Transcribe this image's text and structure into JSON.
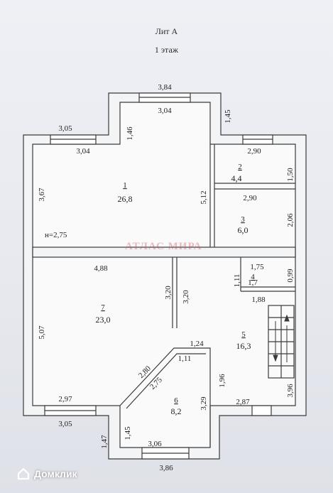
{
  "header": {
    "lit": "Лит А",
    "floor": "1 этаж"
  },
  "watermark": "АТЛАС МИРА",
  "brand": {
    "name": "Домклик",
    "icon": "house-logo-icon"
  },
  "plan": {
    "height_note": "н=2,75",
    "rooms": [
      {
        "no": "1",
        "area": "26,8"
      },
      {
        "no": "2",
        "area": "4,4"
      },
      {
        "no": "3",
        "area": "6,0"
      },
      {
        "no": "4",
        "area": "1,7"
      },
      {
        "no": "5",
        "area": "16,3"
      },
      {
        "no": "6",
        "area": "8,2"
      },
      {
        "no": "7",
        "area": "23,0"
      }
    ],
    "dimensions": {
      "top_outer": "3,84",
      "top_inner": "3,04",
      "left_win_outer": "3,05",
      "left_win_inner": "3,04",
      "step_1_46": "1,46",
      "step_1_45_top": "1,45",
      "room2_w": "2,90",
      "room2_h": "1,50",
      "room1_h": "3,67",
      "partition_5_12": "5,12",
      "room3_w": "2,90",
      "room3_h": "2,06",
      "room7_w": "4,88",
      "room4_w": "1,75",
      "room4_h1": "1,11",
      "room4_h2": "0,99",
      "hall_w": "1,88",
      "room7_inner_a": "3,20",
      "room7_inner_b": "3,20",
      "room7_h": "5,07",
      "door_1_24": "1,24",
      "door_1_11": "1,11",
      "diag_outer": "2,80",
      "diag_inner": "2,75",
      "room5_wall": "1,96",
      "room6_h": "3,29",
      "room5_h": "3,96",
      "room5_bottom": "2,87",
      "room7_bottom_inner": "2,97",
      "room7_bottom_outer": "3,05",
      "step_1_47": "1,47",
      "room6_left": "1,45",
      "room6_w_inner": "3,06",
      "room6_w_outer": "3,86"
    }
  }
}
